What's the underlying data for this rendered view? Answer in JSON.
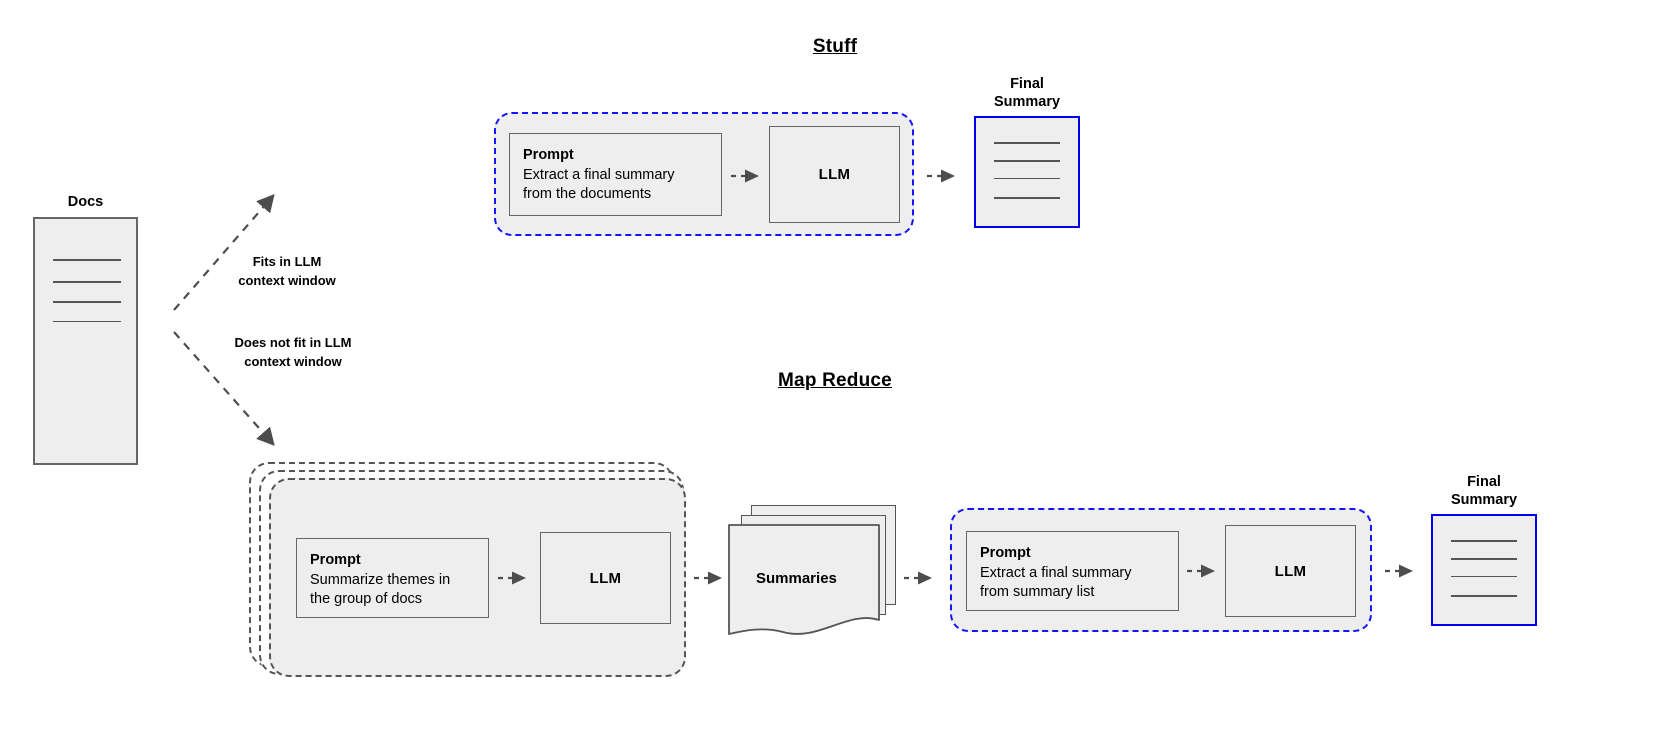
{
  "diagram": {
    "title_stuff": "Stuff",
    "title_map_reduce": "Map Reduce"
  },
  "docs": {
    "label": "Docs",
    "line_count": 4
  },
  "edges": {
    "fits": "Fits in LLM\ncontext window",
    "fits_line1": "Fits in LLM",
    "fits_line2": "context window",
    "not_fits_line1": "Does not fit in LLM",
    "not_fits_line2": "context window"
  },
  "stuff": {
    "prompt": {
      "title": "Prompt",
      "body": "Extract a final summary\nfrom the documents"
    },
    "llm": "LLM",
    "final_summary_line1": "Final",
    "final_summary_line2": "Summary",
    "final_summary_line_count": 4
  },
  "map_reduce": {
    "map_prompt": {
      "title": "Prompt",
      "body": "Summarize themes in\nthe group of docs"
    },
    "map_llm": "LLM",
    "summaries_label": "Summaries",
    "summaries_sheet_count": 3,
    "reduce_prompt": {
      "title": "Prompt",
      "body": "Extract a final summary\nfrom summary list"
    },
    "reduce_llm": "LLM",
    "final_summary_line1": "Final",
    "final_summary_line2": "Summary",
    "final_summary_line_count": 4
  },
  "colors": {
    "accent_blue": "#1414ff",
    "node_fill": "#eeeeee",
    "node_stroke": "#666666",
    "arrow_gray": "#555555",
    "text": "#000000"
  }
}
